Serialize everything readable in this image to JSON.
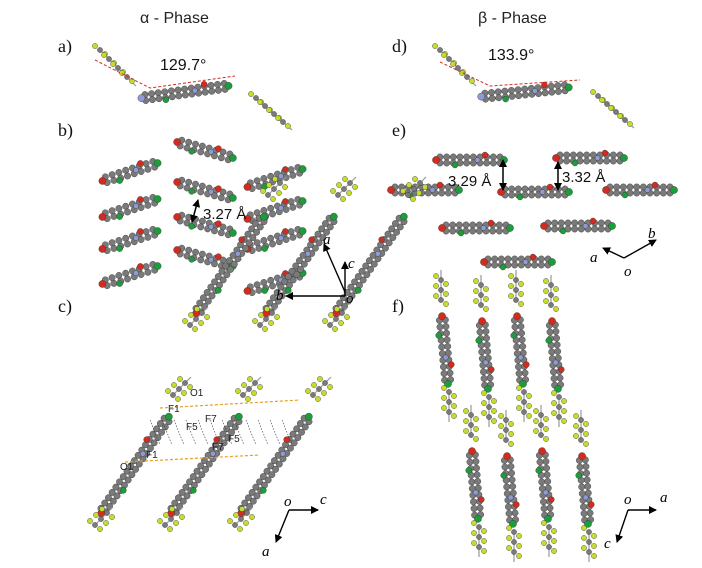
{
  "headers": {
    "alpha": "α - Phase",
    "beta": "β - Phase"
  },
  "panels": {
    "a": {
      "label": "a)",
      "angle": "129.7°"
    },
    "b": {
      "label": "b)",
      "distance": "3.27 Å",
      "axes": {
        "a": "a",
        "c": "c",
        "b": "b",
        "o": "o"
      }
    },
    "c": {
      "label": "c)",
      "atoms": [
        "O1",
        "F1",
        "F7",
        "F5",
        "F5",
        "F7",
        "F1",
        "O1"
      ],
      "axes": {
        "o": "o",
        "c": "c",
        "a": "a"
      }
    },
    "d": {
      "label": "d)",
      "angle": "133.9°"
    },
    "e": {
      "label": "e)",
      "distances": [
        "3.29 Å",
        "3.32 Å"
      ],
      "axes": {
        "b": "b",
        "a": "a",
        "o": "o"
      }
    },
    "f": {
      "label": "f)",
      "axes": {
        "o": "o",
        "a": "a",
        "c": "c"
      }
    }
  },
  "colors": {
    "carbon": "#7a7a7a",
    "oxygen": "#d42b1e",
    "nitrogen": "#8f9bd6",
    "chlorine": "#1a9e3a",
    "fluorine": "#c8dc2a",
    "hydrogen": "#e6e6e6",
    "contact": "#e8a020"
  }
}
